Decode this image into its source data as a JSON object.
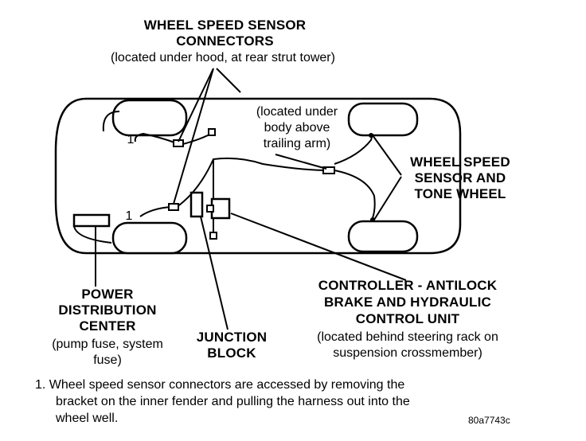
{
  "labels": {
    "wss_connectors_title_1": "WHEEL SPEED SENSOR",
    "wss_connectors_title_2": "CONNECTORS",
    "wss_connectors_note": "(located under hood, at rear strut tower)",
    "under_body_1": "(located under",
    "under_body_2": "body above",
    "under_body_3": "trailing arm)",
    "wss_tone_1": "WHEEL SPEED",
    "wss_tone_2": "SENSOR AND",
    "wss_tone_3": "TONE WHEEL",
    "pdc_1": "POWER",
    "pdc_2": "DISTRIBUTION",
    "pdc_3": "CENTER",
    "pdc_note_1": "(pump fuse, system",
    "pdc_note_2": "fuse)",
    "jb_1": "JUNCTION",
    "jb_2": "BLOCK",
    "ctrl_1": "CONTROLLER - ANTILOCK",
    "ctrl_2": "BRAKE AND HYDRAULIC",
    "ctrl_3": "CONTROL UNIT",
    "ctrl_note_1": "(located behind steering rack on",
    "ctrl_note_2": "suspension crossmember)",
    "callout_1a": "1",
    "callout_1b": "1"
  },
  "footnote": {
    "line1": "1.  Wheel speed sensor connectors are accessed by removing the",
    "line2": "bracket on the inner fender and pulling the harness out into the",
    "line3": "wheel well."
  },
  "figure_id": "80a7743c"
}
